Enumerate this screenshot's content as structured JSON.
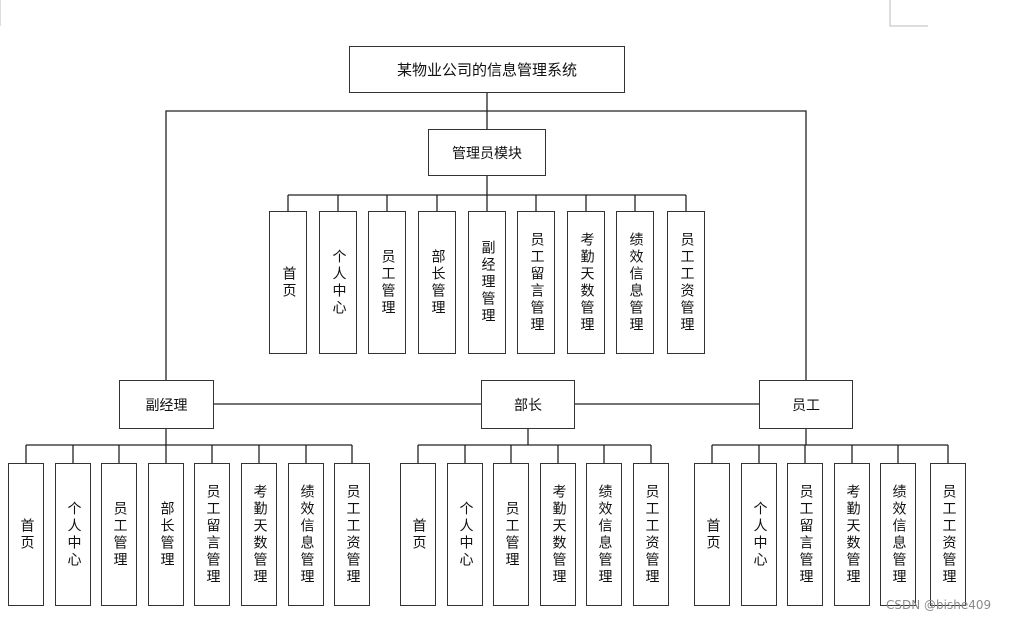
{
  "root": "某物业公司的信息管理系统",
  "admin": {
    "label": "管理员模块",
    "items": [
      "首页",
      "个人中心",
      "员工管理",
      "部长管理",
      "副经理管理",
      "员工留言管理",
      "考勤天数管理",
      "绩效信息管理",
      "员工工资管理"
    ]
  },
  "deputy_manager": {
    "label": "副经理",
    "items": [
      "首页",
      "个人中心",
      "员工管理",
      "部长管理",
      "员工留言管理",
      "考勤天数管理",
      "绩效信息管理",
      "员工工资管理"
    ]
  },
  "minister": {
    "label": "部长",
    "items": [
      "首页",
      "个人中心",
      "员工管理",
      "考勤天数管理",
      "绩效信息管理",
      "员工工资管理"
    ]
  },
  "employee": {
    "label": "员工",
    "items": [
      "首页",
      "个人中心",
      "员工留言管理",
      "考勤天数管理",
      "绩效信息管理",
      "员工工资管理"
    ]
  },
  "watermark": "CSDN @bishe409"
}
